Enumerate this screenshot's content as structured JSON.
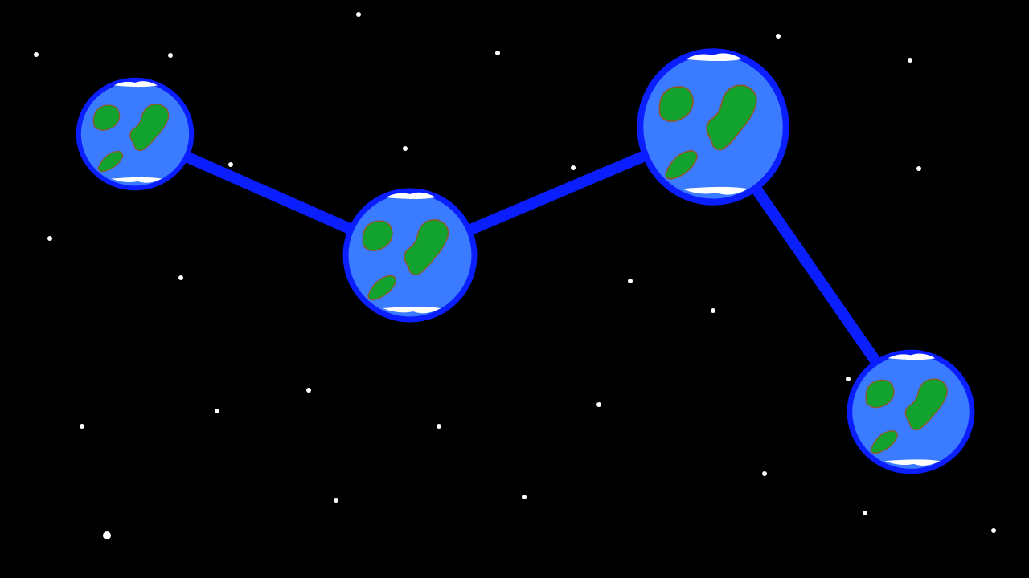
{
  "scene": {
    "background_color": "#000000",
    "star_color": "#ffffff",
    "link_color": "#0a1eff",
    "planet_ocean_color": "#3a7bff",
    "planet_rim_color": "#0a1eff",
    "planet_land_color": "#12a22e",
    "planet_land_edge_color": "#8a5a2a",
    "planet_cloud_color": "#ffffff"
  },
  "planets": [
    {
      "id": "planet-1",
      "icon": "planet-earth-icon"
    },
    {
      "id": "planet-2",
      "icon": "planet-earth-icon"
    },
    {
      "id": "planet-3",
      "icon": "planet-earth-icon"
    },
    {
      "id": "planet-4",
      "icon": "planet-earth-icon"
    }
  ],
  "connections": [
    {
      "from": "planet-1",
      "to": "planet-2"
    },
    {
      "from": "planet-2",
      "to": "planet-3"
    },
    {
      "from": "planet-3",
      "to": "planet-4"
    }
  ]
}
